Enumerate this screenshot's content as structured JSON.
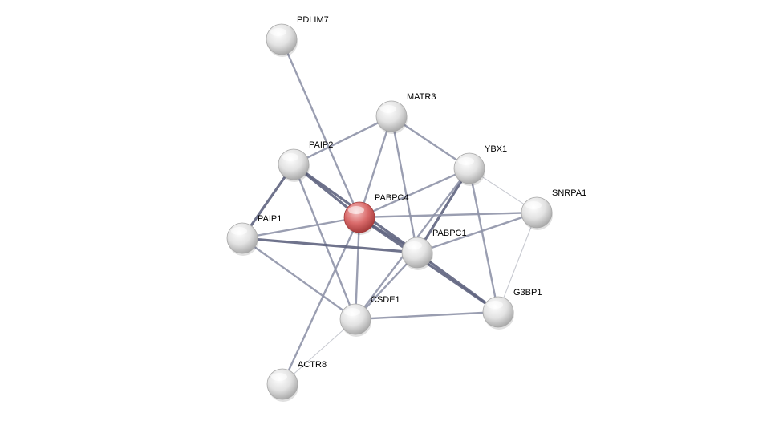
{
  "nodes": [
    {
      "id": "PDLIM7",
      "label": "PDLIM7",
      "query": false
    },
    {
      "id": "MATR3",
      "label": "MATR3",
      "query": false
    },
    {
      "id": "PAIP2",
      "label": "PAIP2",
      "query": false
    },
    {
      "id": "YBX1",
      "label": "YBX1",
      "query": false
    },
    {
      "id": "SNRPA1",
      "label": "SNRPA1",
      "query": false
    },
    {
      "id": "PABPC4",
      "label": "PABPC4",
      "query": true
    },
    {
      "id": "PAIP1",
      "label": "PAIP1",
      "query": false
    },
    {
      "id": "PABPC1",
      "label": "PABPC1",
      "query": false
    },
    {
      "id": "G3BP1",
      "label": "G3BP1",
      "query": false
    },
    {
      "id": "CSDE1",
      "label": "CSDE1",
      "query": false
    },
    {
      "id": "ACTR8",
      "label": "ACTR8",
      "query": false
    }
  ],
  "edges": [
    {
      "source": "PDLIM7",
      "target": "PABPC4",
      "strength": "medium"
    },
    {
      "source": "MATR3",
      "target": "PAIP2",
      "strength": "medium"
    },
    {
      "source": "MATR3",
      "target": "PABPC4",
      "strength": "medium"
    },
    {
      "source": "MATR3",
      "target": "YBX1",
      "strength": "medium"
    },
    {
      "source": "MATR3",
      "target": "PABPC1",
      "strength": "medium"
    },
    {
      "source": "PAIP2",
      "target": "PAIP1",
      "strength": "strong"
    },
    {
      "source": "PAIP2",
      "target": "PABPC4",
      "strength": "strong"
    },
    {
      "source": "PAIP2",
      "target": "PABPC1",
      "strength": "strong"
    },
    {
      "source": "PAIP2",
      "target": "CSDE1",
      "strength": "medium"
    },
    {
      "source": "YBX1",
      "target": "PABPC4",
      "strength": "medium"
    },
    {
      "source": "YBX1",
      "target": "PABPC1",
      "strength": "strong"
    },
    {
      "source": "YBX1",
      "target": "SNRPA1",
      "strength": "weak"
    },
    {
      "source": "YBX1",
      "target": "G3BP1",
      "strength": "medium"
    },
    {
      "source": "YBX1",
      "target": "CSDE1",
      "strength": "medium"
    },
    {
      "source": "SNRPA1",
      "target": "PABPC4",
      "strength": "medium"
    },
    {
      "source": "SNRPA1",
      "target": "PABPC1",
      "strength": "medium"
    },
    {
      "source": "SNRPA1",
      "target": "G3BP1",
      "strength": "weak"
    },
    {
      "source": "PABPC4",
      "target": "PAIP1",
      "strength": "medium"
    },
    {
      "source": "PABPC4",
      "target": "PABPC1",
      "strength": "strong"
    },
    {
      "source": "PABPC4",
      "target": "G3BP1",
      "strength": "strong"
    },
    {
      "source": "PABPC4",
      "target": "CSDE1",
      "strength": "medium"
    },
    {
      "source": "PABPC4",
      "target": "ACTR8",
      "strength": "medium"
    },
    {
      "source": "PAIP1",
      "target": "PABPC1",
      "strength": "strong"
    },
    {
      "source": "PAIP1",
      "target": "CSDE1",
      "strength": "medium"
    },
    {
      "source": "PABPC1",
      "target": "G3BP1",
      "strength": "strong"
    },
    {
      "source": "PABPC1",
      "target": "CSDE1",
      "strength": "medium"
    },
    {
      "source": "CSDE1",
      "target": "G3BP1",
      "strength": "medium"
    },
    {
      "source": "CSDE1",
      "target": "ACTR8",
      "strength": "weak"
    }
  ],
  "colors": {
    "query_node": "#d96a6a",
    "query_node_highlight": "#f7c8c8",
    "query_node_shadow": "#a33a3a",
    "node": "#dcdcdc",
    "node_highlight": "#ffffff",
    "node_shadow": "#a8a8a8",
    "edge_strong": "#5f6480",
    "edge_medium": "#8f94a8",
    "edge_weak": "#c2c4cc",
    "label": "#000000"
  }
}
